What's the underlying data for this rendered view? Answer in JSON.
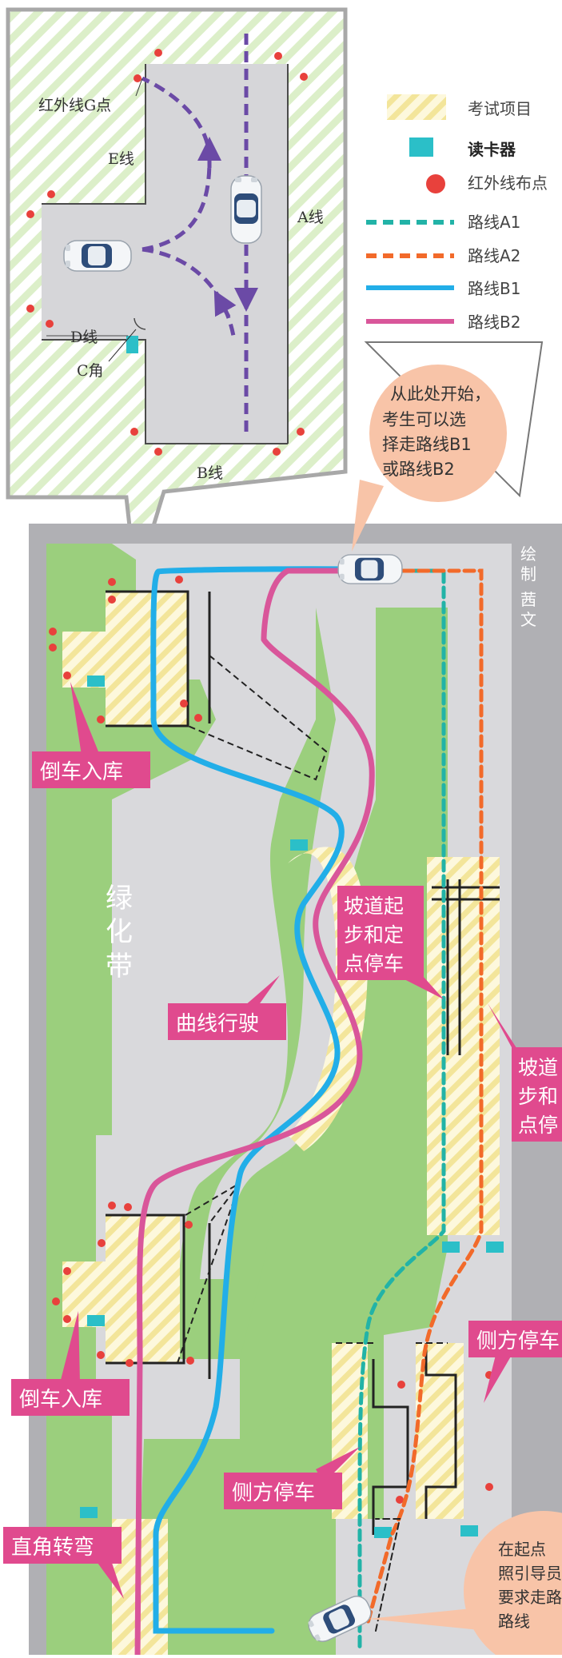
{
  "inset": {
    "g_point": "红外线G点",
    "e_line": "E线",
    "a_line": "A线",
    "d_line": "D线",
    "c_corner": "C角",
    "b_line": "B线"
  },
  "legend": [
    {
      "key": "exam",
      "label": "考试项目",
      "color": "#f5eaa0"
    },
    {
      "key": "reader",
      "label": "读卡器",
      "color": "#2bbfc8"
    },
    {
      "key": "infrared",
      "label": "红外线布点",
      "color": "#e8413c"
    },
    {
      "key": "a1",
      "label": "路线A1",
      "color": "#22b3a7"
    },
    {
      "key": "a2",
      "label": "路线A2",
      "color": "#f26a2a"
    },
    {
      "key": "b1",
      "label": "路线B1",
      "color": "#22aee8"
    },
    {
      "key": "b2",
      "label": "路线B2",
      "color": "#d9569a"
    }
  ],
  "start_bubble": [
    "从此处开始，",
    "考生可以选",
    "择走路线B1",
    "或路线B2"
  ],
  "credit": [
    "绘",
    "制",
    "茜",
    "文"
  ],
  "green_belt": [
    "绿",
    "化",
    "带"
  ],
  "labels": {
    "reverse_parking_top": "倒车入库",
    "curve_driving": "曲线行驶",
    "slope_left": [
      "坡道起",
      "步和定",
      "点停车"
    ],
    "slope_right": [
      "坡道",
      "步和",
      "点停"
    ],
    "reverse_parking_bottom": "倒车入库",
    "side_parking_right": "侧方停车",
    "side_parking_mid": "侧方停车",
    "right_angle_turn": "直角转弯",
    "end_bubble": [
      "在起点",
      "照引导员",
      "要求走路",
      "路线"
    ]
  },
  "colors": {
    "pink_label": "#e04a8e",
    "road": "#d9d9dc",
    "green": "#9bcf7d",
    "border": "#b0b0b4",
    "bubble": "#f8c4a8"
  }
}
